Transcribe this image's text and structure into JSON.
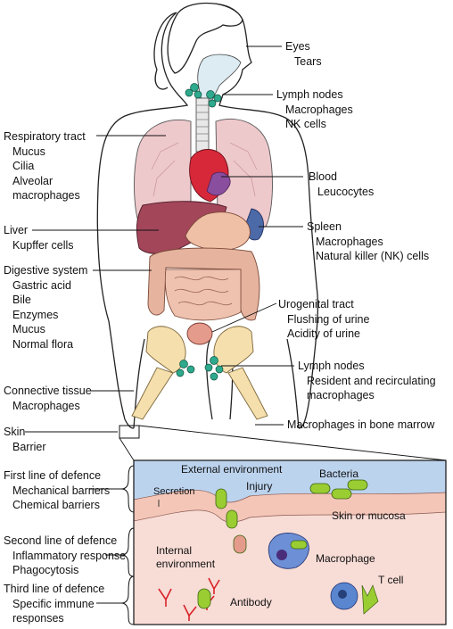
{
  "labels": {
    "eyes": {
      "title": "Eyes",
      "items": [
        "Tears"
      ]
    },
    "lymph_upper": {
      "title": "Lymph nodes",
      "items": [
        "Macrophages",
        "NK cells"
      ]
    },
    "respiratory": {
      "title": "Respiratory tract",
      "items": [
        "Mucus",
        "Cilia",
        "Alveolar",
        "macrophages"
      ]
    },
    "blood": {
      "title": "Blood",
      "items": [
        "Leucocytes"
      ]
    },
    "liver": {
      "title": "Liver",
      "items": [
        "Kupffer cells"
      ]
    },
    "spleen": {
      "title": "Spleen",
      "items": [
        "Macrophages",
        "Natural killer (NK) cells"
      ]
    },
    "digestive": {
      "title": "Digestive system",
      "items": [
        "Gastric acid",
        "Bile",
        "Enzymes",
        "Mucus",
        "Normal flora"
      ]
    },
    "urogenital": {
      "title": "Urogenital tract",
      "items": [
        "Flushing of urine",
        "Acidity of urine"
      ]
    },
    "lymph_lower": {
      "title": "Lymph nodes",
      "items": [
        "Resident and recirculating",
        "macrophages"
      ]
    },
    "connective": {
      "title": "Connective tissue",
      "items": [
        "Macrophages"
      ]
    },
    "bone_marrow": {
      "title": "Macrophages in bone marrow"
    },
    "skin": {
      "title": "Skin",
      "items": [
        "Barrier"
      ]
    },
    "first_line": {
      "title": "First line of defence",
      "items": [
        "Mechanical barriers",
        "Chemical barriers"
      ]
    },
    "second_line": {
      "title": "Second line of defence",
      "items": [
        "Inflammatory response",
        "Phagocytosis"
      ]
    },
    "third_line": {
      "title": "Third line of defence",
      "items": [
        "Specific immune",
        "responses"
      ]
    }
  },
  "inset": {
    "external": "External environment",
    "bacteria": "Bacteria",
    "secretion": "Secretion",
    "injury": "Injury",
    "skin_mucosa": "Skin or mucosa",
    "internal_1": "Internal",
    "internal_2": "environment",
    "macrophage": "Macrophage",
    "t_cell": "T cell",
    "antibody": "Antibody"
  },
  "colors": {
    "lung": "#eec9cc",
    "heart": "#d7283a",
    "heart_vessel": "#8a4e9e",
    "liver": "#a3465a",
    "spleen": "#4d6aa8",
    "stomach": "#efbfa6",
    "intestine": "#e6b39f",
    "bladder": "#e59b8c",
    "bone": "#f5dfad",
    "lymph_node": "#2ea98d",
    "sky": "#bcd3ee",
    "skin_layer": "#f3c6b8",
    "tissue": "#f8dcd6",
    "bacteria": "#9acd32",
    "macrophage": "#6c8fd6",
    "t_cell": "#5a86d0",
    "antibody": "#d8232a"
  }
}
